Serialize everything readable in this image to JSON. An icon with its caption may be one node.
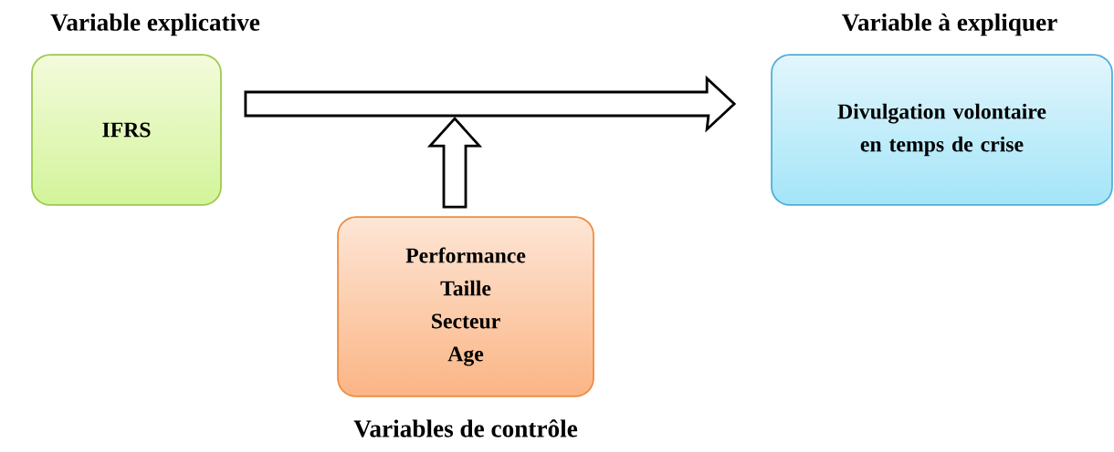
{
  "diagram": {
    "nodes": [
      {
        "text": [
          "Variable explicative",
          "IFRS"
        ]
      },
      {
        "text": [
          "Variable à expliquer",
          "Divulgation volontaire en temps de crise"
        ]
      },
      {
        "text": [
          "Performance",
          "Taille",
          "Secteur",
          "Age",
          "Variables de contrôle"
        ]
      }
    ],
    "edges": [
      {
        "from": 0,
        "to": 1,
        "arrow": "to"
      },
      {
        "from": 2,
        "to": null,
        "arrow": "to"
      }
    ]
  }
}
